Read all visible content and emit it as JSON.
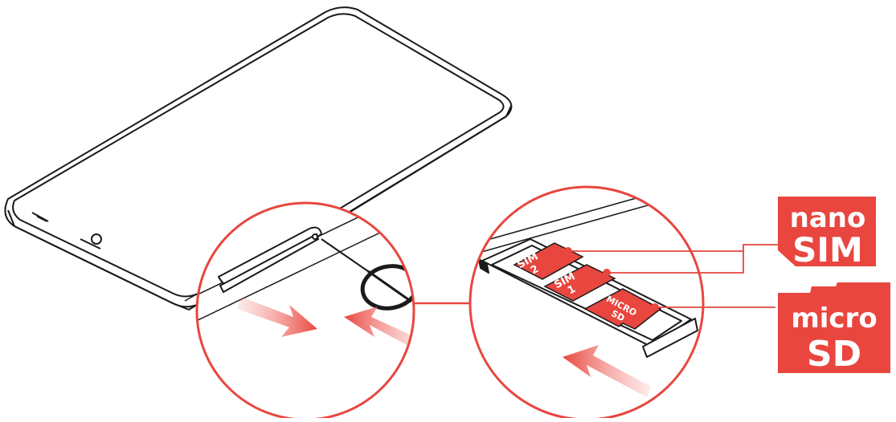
{
  "colors": {
    "accent": "#E8463F",
    "line": "#1a1a1a",
    "tray_fill": "#ffffff",
    "card_text": "#ffffff",
    "arrow_light": "#F59A95"
  },
  "tray": {
    "slot_top": [
      "SIM",
      "2"
    ],
    "slot_middle": [
      "SIM",
      "1"
    ],
    "slot_bottom": [
      "MICRO",
      "SD"
    ]
  },
  "badges": {
    "nano_sim": {
      "line1": "nano",
      "line2": "SIM"
    },
    "micro_sd": {
      "line1": "micro",
      "line2": "SD"
    }
  },
  "icons": {
    "eject_tool": "eject-pin-icon",
    "arrows": "insert-direction-arrow-icon"
  }
}
